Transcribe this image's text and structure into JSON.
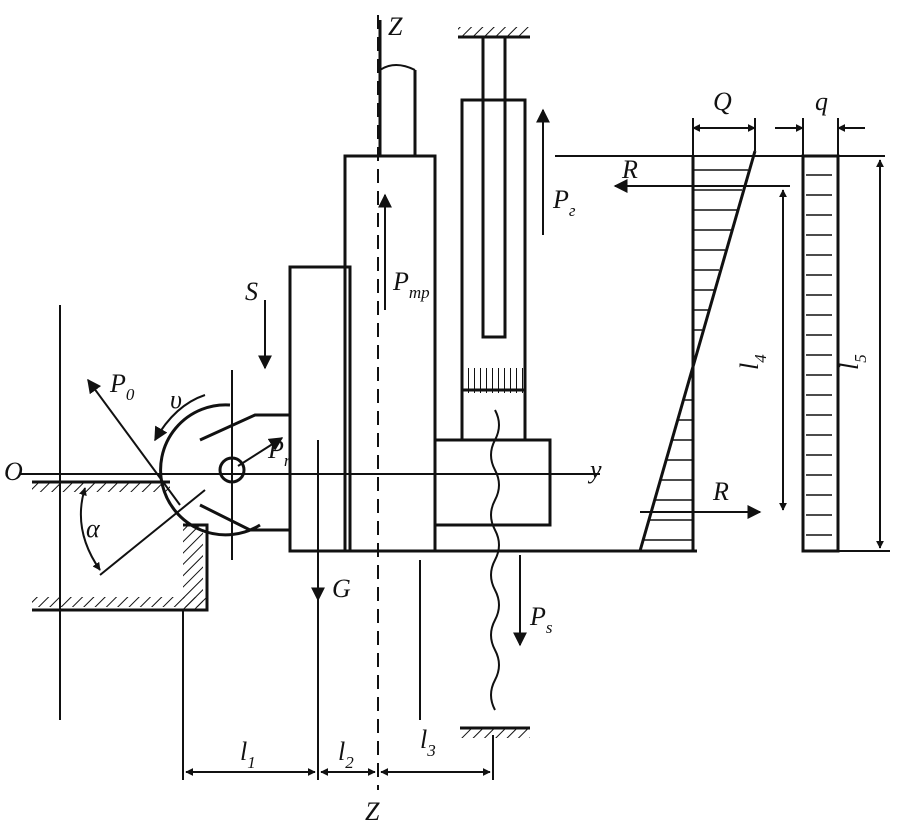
{
  "labels": {
    "z_top": "Z",
    "z_bottom": "Z",
    "o": "O",
    "y": "y",
    "s": "S",
    "v": "υ",
    "alpha": "α",
    "g": "G",
    "q_big": "Q",
    "q_small": "q",
    "r_top": "R",
    "r_bottom": "R",
    "p_o": "P",
    "p_o_sub": "0",
    "p_r": "P",
    "p_r_sub": "r",
    "p_tr": "P",
    "p_tr_sub": "тр",
    "p_g": "P",
    "p_g_sub": "г",
    "p_s": "P",
    "p_s_sub": "s",
    "l1": "l",
    "l1_sub": "1",
    "l2": "l",
    "l2_sub": "2",
    "l3": "l",
    "l3_sub": "3",
    "l4": "l",
    "l4_sub": "4",
    "l5": "l",
    "l5_sub": "5"
  },
  "colors": {
    "ink": "#111111",
    "paper": "#ffffff"
  }
}
